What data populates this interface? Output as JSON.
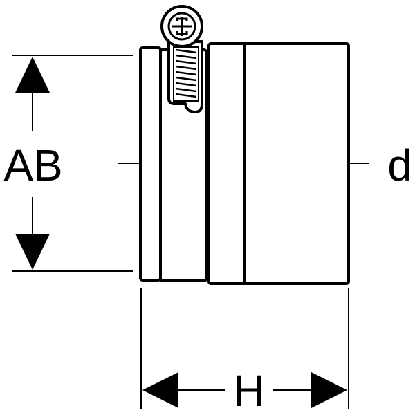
{
  "labels": {
    "overall_diameter": "AB",
    "pipe_diameter": "d",
    "height": "H"
  },
  "colors": {
    "ink": "#000000",
    "paper": "#ffffff"
  },
  "icons": {
    "screw_head": "phillips-screw-head-icon"
  }
}
